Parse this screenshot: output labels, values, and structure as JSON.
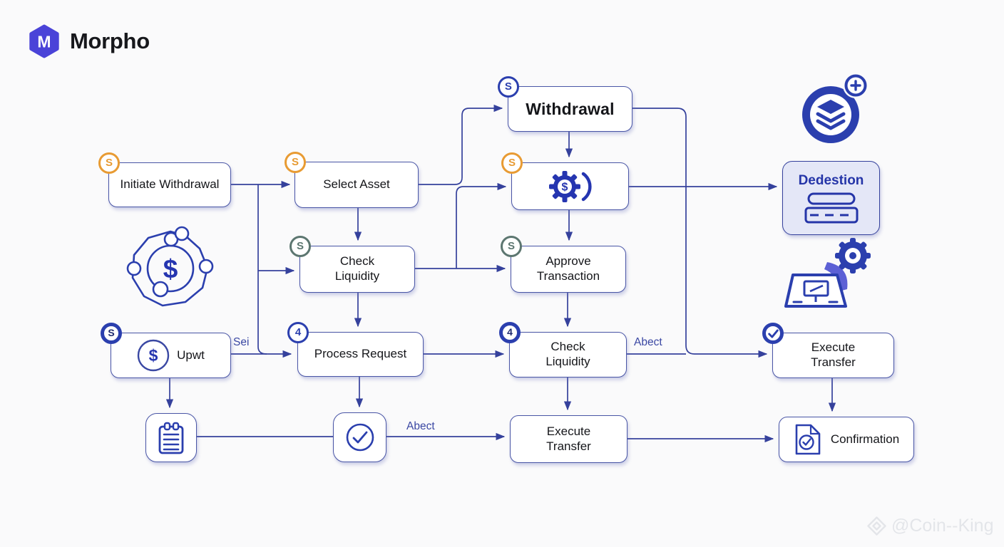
{
  "brand": {
    "logo_letter": "M",
    "name": "Morpho"
  },
  "nodes": {
    "initiate_withdrawal": {
      "label": "Initiate Withdrawal",
      "badge": "S"
    },
    "select_asset": {
      "label": "Select Asset",
      "badge": "S"
    },
    "withdrawal": {
      "label": "Withdrawal",
      "badge": "S"
    },
    "gear_process": {
      "badge": "S"
    },
    "check_liquidity_a": {
      "label": "Check Liquidity",
      "badge": "S"
    },
    "approve_transaction": {
      "label": "Approve Transaction",
      "badge": "S"
    },
    "process_request": {
      "label": "Process Request",
      "badge": "4"
    },
    "check_liquidity_b": {
      "label": "Check Liquidity",
      "badge": "4"
    },
    "upwt": {
      "label": "Upwt",
      "badge": "S"
    },
    "execute_transfer_mid": {
      "label": "Execute Transfer"
    },
    "execute_transfer_right": {
      "label": "Execute Transfer"
    },
    "confirmation": {
      "label": "Confirmation"
    },
    "dedestion": {
      "label": "Dedestion"
    }
  },
  "edge_labels": {
    "sei": "Sei",
    "abect_liquidity": "Abect",
    "abect_check": "Abect"
  },
  "icons": {
    "dollar": "$",
    "plus": "+"
  },
  "watermark": {
    "handle": "@Coin--King"
  },
  "colors": {
    "line": "#35419c",
    "badge_orange": "#e89b33",
    "badge_slate": "#5c7670",
    "badge_blue": "#2b3fae",
    "dedestion_bg": "#e4e7f7"
  }
}
